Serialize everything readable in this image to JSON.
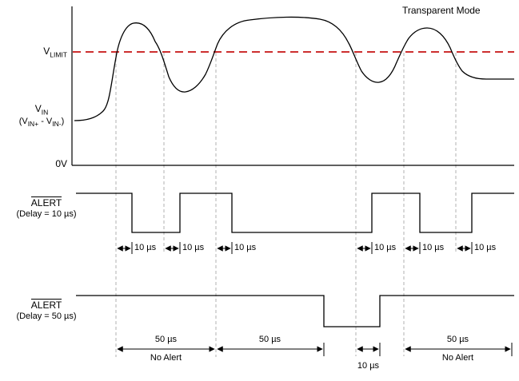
{
  "title": "Transparent Mode",
  "colors": {
    "limit_line": "#cd2f2f"
  },
  "top_graph": {
    "vlimit_main": "V",
    "vlimit_sub": "LIMIT",
    "vin_main": "V",
    "vin_sub": "IN",
    "vin_exp_p1": "(V",
    "vin_exp_s1": "IN+",
    "vin_exp_p2": " - V",
    "vin_exp_s2": "IN-",
    "vin_exp_p3": ")",
    "zero_label": "0V"
  },
  "alert10": {
    "name": "ALERT",
    "delay": "(Delay = 10 µs)",
    "annotations": [
      "10 µs",
      "10 µs",
      "10 µs",
      "10 µs",
      "10 µs",
      "10 µs"
    ]
  },
  "alert50": {
    "name": "ALERT",
    "delay": "(Delay = 50 µs)",
    "fifty_left": "50 µs",
    "fifty_mid": "50 µs",
    "fifty_right": "50 µs",
    "no_alert_left": "No Alert",
    "no_alert_right": "No Alert",
    "ten": "10 µs"
  }
}
